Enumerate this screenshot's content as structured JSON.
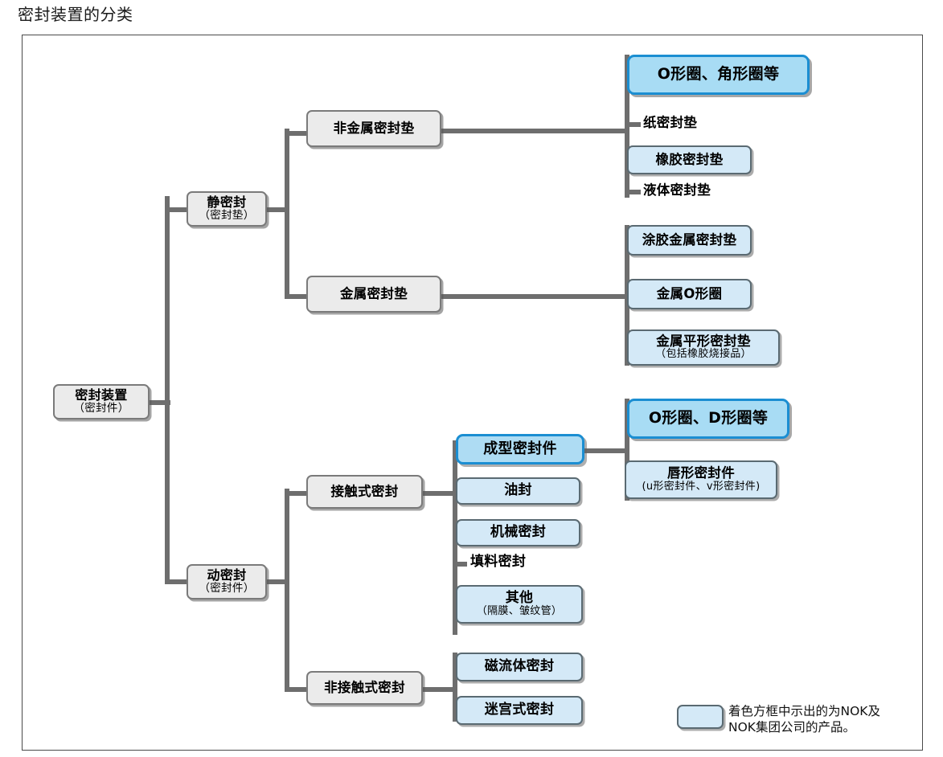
{
  "page": {
    "title": "密封装置的分类"
  },
  "legend": {
    "swatch_color": "#d4e9f7",
    "text": "着色方框中示出的为NOK及\nNOK集团公司的产品。"
  },
  "palette": {
    "gray_fill": "#ebebeb",
    "gray_border": "#7a7a7a",
    "blue_fill": "#d4e9f7",
    "blue_border": "#5a6a72",
    "highlight_fill": "#a8dcf4",
    "highlight_border": "#1b8ed2",
    "connector": "#6e6e6e",
    "frame_border": "#4a4a4a"
  },
  "chart_data": {
    "type": "tree",
    "title": "密封装置的分类",
    "root": "密封装置（密封件）"
  },
  "nodes": {
    "root": {
      "label": "密封装置",
      "sub": "（密封件）",
      "style": "gray"
    },
    "static_seal": {
      "label": "静密封",
      "sub": "（密封垫）",
      "style": "gray"
    },
    "nonmetal_gasket": {
      "label": "非金属密封垫",
      "sub": "",
      "style": "gray"
    },
    "metal_gasket": {
      "label": "金属密封垫",
      "sub": "",
      "style": "gray"
    },
    "oring_corner": {
      "label": "O形圈、角形圈等",
      "sub": "",
      "style": "hiblue"
    },
    "paper_gasket": {
      "label": "纸密封垫",
      "sub": "",
      "style": "plain"
    },
    "rubber_gasket": {
      "label": "橡胶密封垫",
      "sub": "",
      "style": "blue"
    },
    "liquid_gasket": {
      "label": "液体密封垫",
      "sub": "",
      "style": "plain"
    },
    "coated_metal_gasket": {
      "label": "涂胶金属密封垫",
      "sub": "",
      "style": "blue"
    },
    "metal_oring": {
      "label": "金属O形圈",
      "sub": "",
      "style": "blue"
    },
    "metal_flat_gasket": {
      "label": "金属平形密封垫",
      "sub": "（包括橡胶烧接品）",
      "style": "blue"
    },
    "dynamic_seal": {
      "label": "动密封",
      "sub": "（密封件）",
      "style": "gray"
    },
    "contact_seal": {
      "label": "接触式密封",
      "sub": "",
      "style": "gray"
    },
    "noncontact_seal": {
      "label": "非接触式密封",
      "sub": "",
      "style": "gray"
    },
    "molded_seal": {
      "label": "成型密封件",
      "sub": "",
      "style": "midblue"
    },
    "oil_seal": {
      "label": "油封",
      "sub": "",
      "style": "blue"
    },
    "mechanical_seal": {
      "label": "机械密封",
      "sub": "",
      "style": "blue"
    },
    "packing_seal": {
      "label": "填料密封",
      "sub": "",
      "style": "plain"
    },
    "other_seal": {
      "label": "其他",
      "sub": "（隔膜、皱纹管）",
      "style": "blue"
    },
    "oring_dring": {
      "label": "O形圈、D形圈等",
      "sub": "",
      "style": "hiblue"
    },
    "lip_seal": {
      "label": "唇形密封件",
      "sub": "(u形密封件、v形密封件)",
      "style": "blue"
    },
    "magnetic_fluid_seal": {
      "label": "磁流体密封",
      "sub": "",
      "style": "blue"
    },
    "labyrinth_seal": {
      "label": "迷宫式密封",
      "sub": "",
      "style": "blue"
    }
  }
}
